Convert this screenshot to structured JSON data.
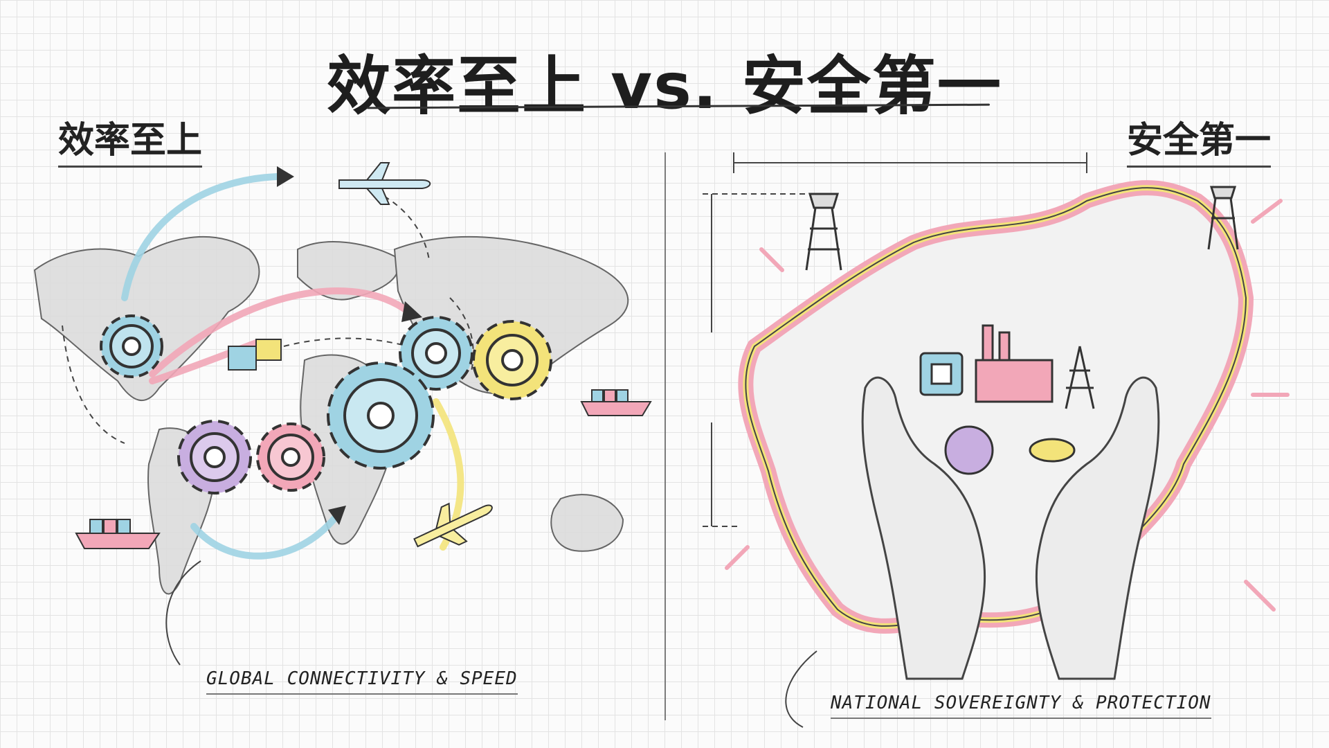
{
  "title": "效率至上 vs. 安全第一",
  "left": {
    "heading": "效率至上",
    "caption": "GLOBAL CONNECTIVITY & SPEED"
  },
  "right": {
    "heading": "安全第一",
    "caption": "NATIONAL SOVEREIGNTY & PROTECTION"
  },
  "colors": {
    "blue": "#9fd3e3",
    "pink": "#f2a7b8",
    "yellow": "#f3e37a",
    "purple": "#c8aee0",
    "ink": "#333333"
  }
}
